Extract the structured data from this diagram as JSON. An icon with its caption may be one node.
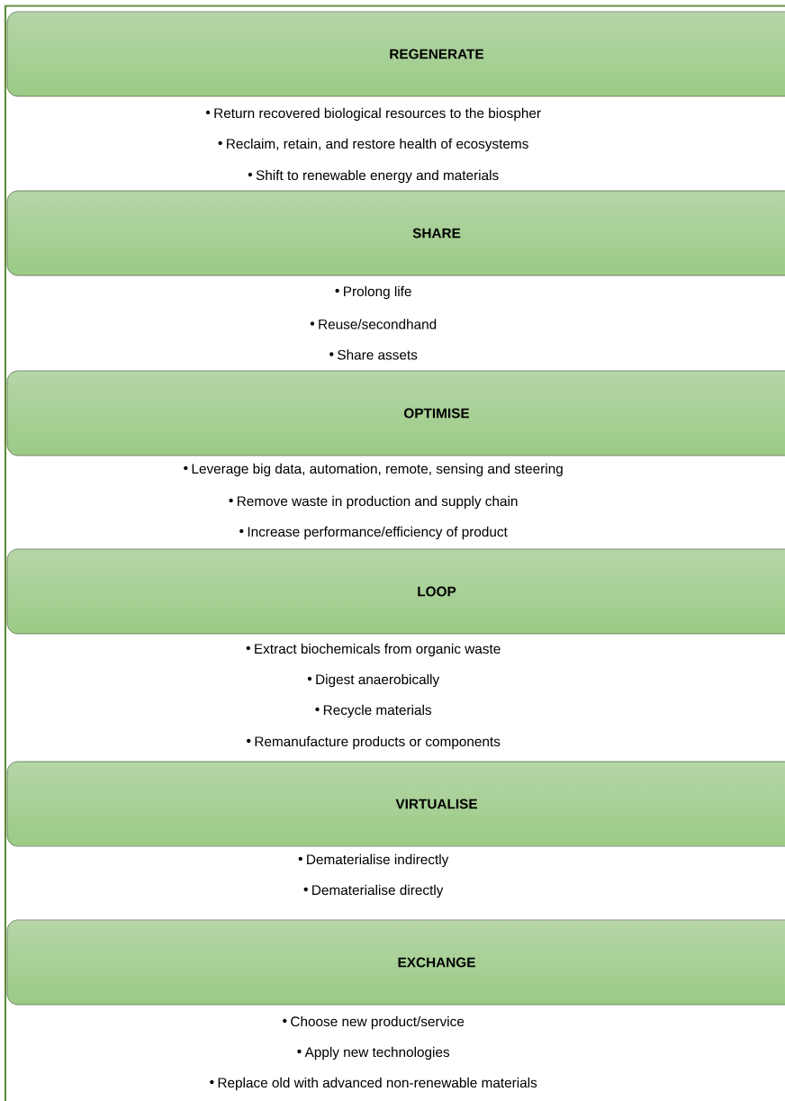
{
  "diagram": {
    "nodes": [
      {
        "text": [
          "REGENERATE"
        ]
      },
      {
        "text": [
          "SHARE"
        ]
      },
      {
        "text": [
          "OPTIMISE"
        ]
      },
      {
        "text": [
          "LOOP"
        ]
      },
      {
        "text": [
          "VIRTUALISE"
        ]
      },
      {
        "text": [
          "EXCHANGE"
        ]
      }
    ],
    "labels": [
      "Return recovered biological resources to the biospher",
      "Reclaim, retain, and restore health of ecosystems",
      "Shift to renewable energy and materials",
      "Prolong life",
      "Reuse/secondhand",
      "Share assets",
      "Leverage big data, automation, remote, sensing and steering",
      "Remove waste in production and supply chain",
      "Increase performance/efficiency of product",
      "Extract biochemicals from organic waste",
      "Digest anaerobically",
      "Recycle materials",
      "Remanufacture products or components",
      "Dematerialise indirectly",
      "Dematerialise directly",
      "Choose new product/service",
      "Apply new technologies",
      "Replace old with advanced non-renewable materials"
    ]
  }
}
